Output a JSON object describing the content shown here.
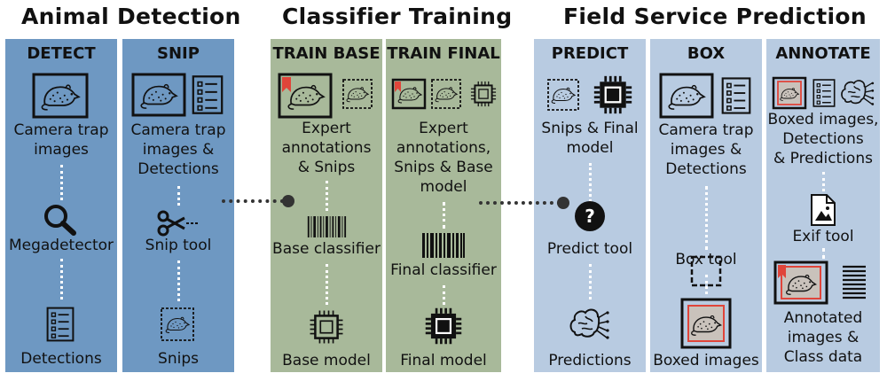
{
  "groups": {
    "animal_detection": "Animal Detection",
    "classifier_training": "Classifier Training",
    "field_service": "Field Service Prediction"
  },
  "columns": {
    "detect": {
      "title": "DETECT",
      "input": [
        "Camera trap",
        "images"
      ],
      "tool": "Megadetector",
      "output": "Detections"
    },
    "snip": {
      "title": "SNIP",
      "input": [
        "Camera trap",
        "images &",
        "Detections"
      ],
      "tool": "Snip tool",
      "output": "Snips"
    },
    "train_base": {
      "title": "TRAIN BASE",
      "input": [
        "Expert",
        "annotations",
        "& Snips"
      ],
      "tool": "Base classifier",
      "output": "Base model"
    },
    "train_final": {
      "title": "TRAIN FINAL",
      "input": [
        "Expert",
        "annotations,",
        "Snips & Base",
        "model"
      ],
      "tool": "Final classifier",
      "output": "Final model"
    },
    "predict": {
      "title": "PREDICT",
      "input": [
        "Snips & Final",
        "model"
      ],
      "tool": "Predict tool",
      "output": "Predictions"
    },
    "box": {
      "title": "BOX",
      "input": [
        "Camera trap",
        "images &",
        "Detections"
      ],
      "tool": "Box tool",
      "output": "Boxed images"
    },
    "annotate": {
      "title": "ANNOTATE",
      "input": [
        "Boxed images,",
        "Detections",
        "& Predictions"
      ],
      "tool": "Exif tool",
      "output": [
        "Annotated",
        "images &",
        "Class data"
      ]
    }
  },
  "colors": {
    "detection_bg": "#6e98c2",
    "training_bg": "#a8b99a",
    "field_bg": "#b8cbe1",
    "connector": "#333333",
    "bookmark": "#e0453a"
  }
}
